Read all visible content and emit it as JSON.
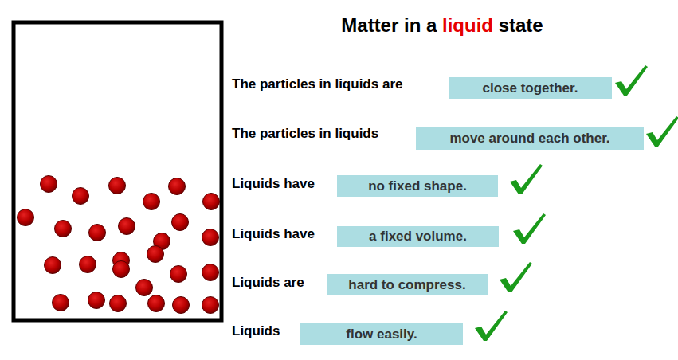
{
  "diagram": {
    "title": "Matter in a liquid state",
    "nodes": [
      {
        "text": [
          "close together."
        ]
      },
      {
        "text": [
          "move around each other."
        ]
      },
      {
        "text": [
          "no fixed shape."
        ]
      },
      {
        "text": [
          "a fixed volume."
        ]
      },
      {
        "text": [
          "hard to compress."
        ]
      },
      {
        "text": [
          "flow easily."
        ]
      }
    ],
    "labels": [
      "The particles in liquids are",
      "The particles in liquids",
      "Liquids have",
      "Liquids have",
      "Liquids are",
      "Liquids"
    ]
  }
}
